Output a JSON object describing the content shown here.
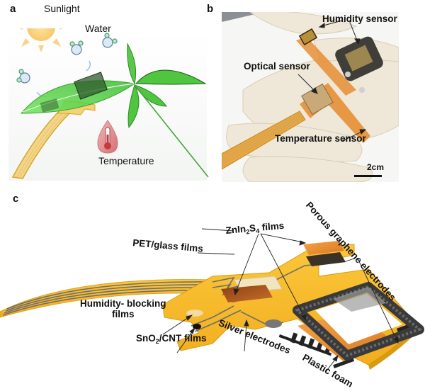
{
  "figure": {
    "panels": {
      "a": {
        "label": "a",
        "annotations": {
          "sunlight": "Sunlight",
          "water": "Water",
          "temperature": "Temperature"
        },
        "icons": [
          "sun-icon",
          "water-molecule-icon",
          "thermometer-drop-icon",
          "leaf-icon",
          "sensor-strip"
        ]
      },
      "b": {
        "label": "b",
        "annotations": {
          "humidity_sensor": "Humidity sensor",
          "optical_sensor": "Optical sensor",
          "temperature_sensor": "Temperature sensor"
        },
        "scale_bar": "2cm"
      },
      "c": {
        "label": "c",
        "annotations": {
          "pet_glass": "PET/glass films",
          "znin2s4_prefix": "ZnIn",
          "znin2s4_sub1": "2",
          "znin2s4_mid": "S",
          "znin2s4_sub2": "4",
          "znin2s4_suffix": " films",
          "porous_graphene": "Porous graphene electrodes",
          "humidity_blocking_line1": "Humidity- blocking",
          "humidity_blocking_line2": "films",
          "sno2_prefix": "SnO",
          "sno2_sub": "2",
          "sno2_suffix": "/CNT films",
          "silver_electrodes": "Silver electrodes",
          "plastic_foam": "Plastic foam"
        }
      }
    },
    "colors": {
      "substrate_gold": "#f5b82a",
      "substrate_edge": "#d99a12",
      "trace_gray": "#6e6e6e",
      "leaf_green": "#5fd04a",
      "film_orange": "#e8892c",
      "film_brown": "#a8561c",
      "foam_dark": "#3a3a3a",
      "glove": "#efe6d6"
    }
  }
}
